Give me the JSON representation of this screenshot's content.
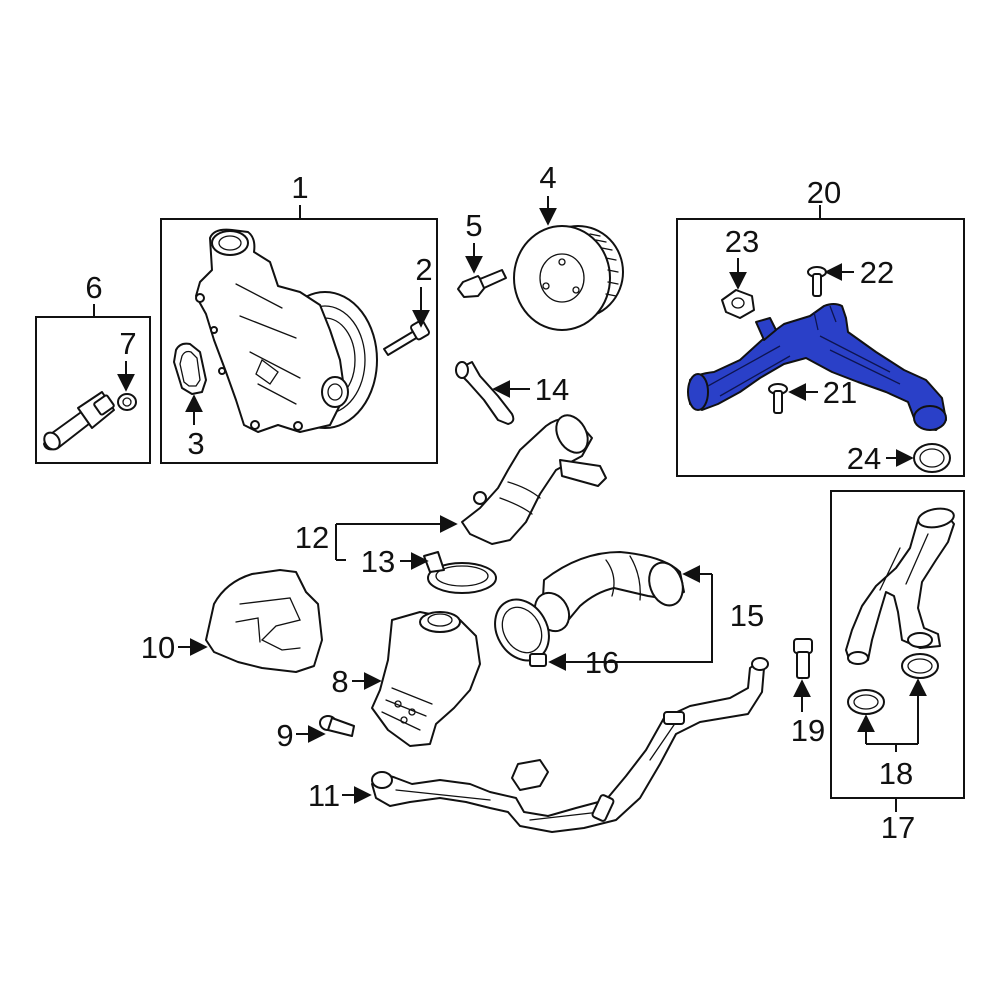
{
  "highlight_color": "#2a40c8",
  "labels": {
    "l1": "1",
    "l2": "2",
    "l3": "3",
    "l4": "4",
    "l5": "5",
    "l6": "6",
    "l7": "7",
    "l8": "8",
    "l9": "9",
    "l10": "10",
    "l11": "11",
    "l12": "12",
    "l13": "13",
    "l14": "14",
    "l15": "15",
    "l16": "16",
    "l17": "17",
    "l18": "18",
    "l19": "19",
    "l20": "20",
    "l21": "21",
    "l22": "22",
    "l23": "23",
    "l24": "24"
  }
}
